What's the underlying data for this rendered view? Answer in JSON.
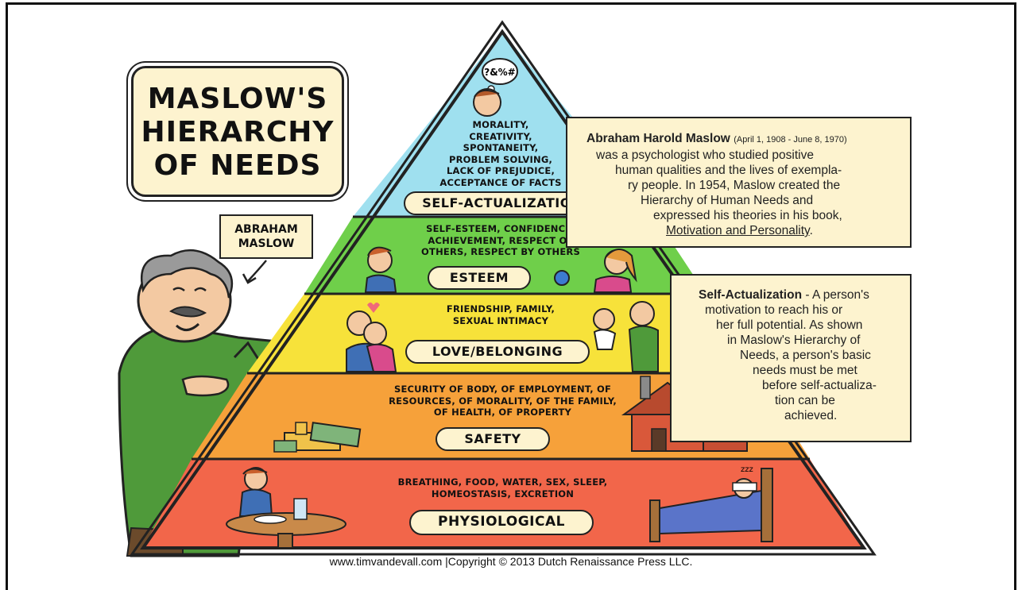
{
  "title": {
    "line1": "MASLOW'S",
    "line2": "HIERARCHY",
    "line3": "OF NEEDS"
  },
  "maslow_label": {
    "line1": "ABRAHAM",
    "line2": "MASLOW"
  },
  "tiers": {
    "self_actualization": {
      "label": "SELF-ACTUALIZATION",
      "items": [
        "MORALITY,",
        "CREATIVITY,",
        "SPONTANEITY,",
        "PROBLEM SOLVING,",
        "LACK OF PREJUDICE,",
        "ACCEPTANCE OF FACTS"
      ],
      "color": "#9fe0ef"
    },
    "esteem": {
      "label": "ESTEEM",
      "items": [
        "SELF-ESTEEM, CONFIDENCE,",
        "ACHIEVEMENT, RESPECT OF",
        "OTHERS, RESPECT BY OTHERS"
      ],
      "color": "#6fcf4a"
    },
    "love": {
      "label": "LOVE/BELONGING",
      "items": [
        "FRIENDSHIP, FAMILY,",
        "SEXUAL INTIMACY"
      ],
      "color": "#f7e23a"
    },
    "safety": {
      "label": "SAFETY",
      "items": [
        "SECURITY OF BODY, OF EMPLOYMENT, OF",
        "RESOURCES, OF MORALITY, OF THE FAMILY,",
        "OF HEALTH, OF PROPERTY"
      ],
      "color": "#f6a13a"
    },
    "physiological": {
      "label": "PHYSIOLOGICAL",
      "items": [
        "BREATHING, FOOD, WATER, SEX, SLEEP,",
        "HOMEOSTASIS, EXCRETION"
      ],
      "color": "#f2664a"
    }
  },
  "bio_box": {
    "name": "Abraham Harold Maslow",
    "dates": "(April 1, 1908 - June 8, 1970)",
    "lines": [
      "was a psychologist who studied positive",
      "human qualities and the lives of exempla-",
      "ry people. In 1954, Maslow created the",
      "Hierarchy of Human Needs and",
      "expressed his theories in his book,"
    ],
    "book": "Motivation and Personality",
    "book_suffix": "."
  },
  "def_box": {
    "term": "Self-Actualization",
    "first": " - A person's",
    "lines": [
      "motivation to reach his or",
      "her full potential. As shown",
      "in Maslow's Hierarchy of",
      "Needs, a person's basic",
      "needs must be met",
      "before self-actualiza-",
      "tion can be",
      "achieved."
    ]
  },
  "thought_glyphs": "?&%#",
  "sleep_glyphs": "zzz",
  "footer": "www.timvandevall.com |Copyright © 2013 Dutch Renaissance Press LLC.",
  "colors": {
    "cream": "#fdf3cf",
    "outline": "#222222",
    "sweater": "#4f9a3a"
  }
}
